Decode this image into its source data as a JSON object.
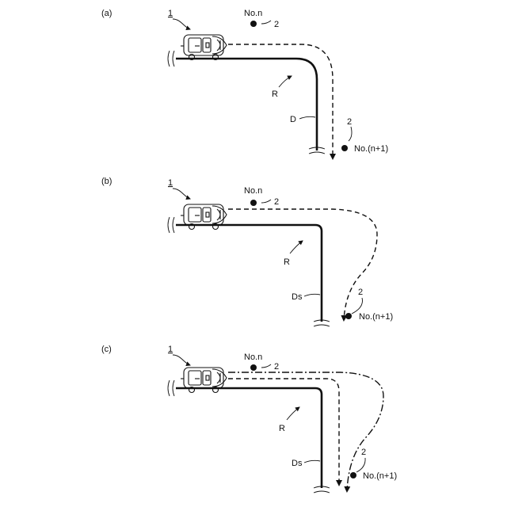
{
  "panels": [
    {
      "id": "a",
      "label": "(a)",
      "vehicle_ref": "1",
      "target_near": {
        "name": "No.n",
        "ref": "2"
      },
      "target_far": {
        "name": "No.(n+1)",
        "ref": "2"
      },
      "radius_label": "R",
      "road_label": "D",
      "paths": [
        "dashed"
      ]
    },
    {
      "id": "b",
      "label": "(b)",
      "vehicle_ref": "1",
      "target_near": {
        "name": "No.n",
        "ref": "2"
      },
      "target_far": {
        "name": "No.(n+1)",
        "ref": "2"
      },
      "radius_label": "R",
      "road_label": "Ds",
      "paths": [
        "dashed"
      ]
    },
    {
      "id": "c",
      "label": "(c)",
      "vehicle_ref": "1",
      "target_near": {
        "name": "No.n",
        "ref": "2"
      },
      "target_far": {
        "name": "No.(n+1)",
        "ref": "2"
      },
      "radius_label": "R",
      "road_label": "Ds",
      "paths": [
        "dashed",
        "dash-dot"
      ]
    }
  ]
}
